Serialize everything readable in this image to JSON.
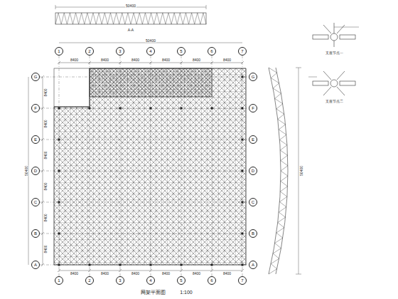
{
  "diagram": {
    "nodes": [
      {
        "text": [
          "1"
        ]
      },
      {
        "text": [
          "2"
        ]
      },
      {
        "text": [
          "3"
        ]
      },
      {
        "text": [
          "4"
        ]
      },
      {
        "text": [
          "5"
        ]
      },
      {
        "text": [
          "6"
        ]
      },
      {
        "text": [
          "7"
        ]
      },
      {
        "text": [
          "G"
        ]
      },
      {
        "text": [
          "F"
        ]
      },
      {
        "text": [
          "E"
        ]
      },
      {
        "text": [
          "D"
        ]
      },
      {
        "text": [
          "C"
        ]
      },
      {
        "text": [
          "B"
        ]
      },
      {
        "text": [
          "A"
        ]
      },
      {
        "text": [
          "G"
        ]
      },
      {
        "text": [
          "F"
        ]
      },
      {
        "text": [
          "E"
        ]
      },
      {
        "text": [
          "D"
        ]
      },
      {
        "text": [
          "C"
        ]
      },
      {
        "text": [
          "B"
        ]
      },
      {
        "text": [
          "A"
        ]
      },
      {
        "text": [
          "1"
        ]
      },
      {
        "text": [
          "2"
        ]
      },
      {
        "text": [
          "3"
        ]
      },
      {
        "text": [
          "4"
        ]
      },
      {
        "text": [
          "5"
        ]
      },
      {
        "text": [
          "6"
        ]
      },
      {
        "text": [
          "7"
        ]
      }
    ],
    "labels": [
      "50400",
      "8400",
      "8400",
      "8400",
      "8400",
      "8400",
      "8400",
      "50400",
      "8400",
      "8400",
      "8400",
      "8400",
      "8400",
      "8400",
      "8400",
      "8400",
      "8400",
      "8400",
      "8400",
      "8400",
      "50400",
      "A-A",
      "50400",
      "支座节点一",
      "支座节点二",
      "网架平面图",
      "1:100"
    ]
  }
}
